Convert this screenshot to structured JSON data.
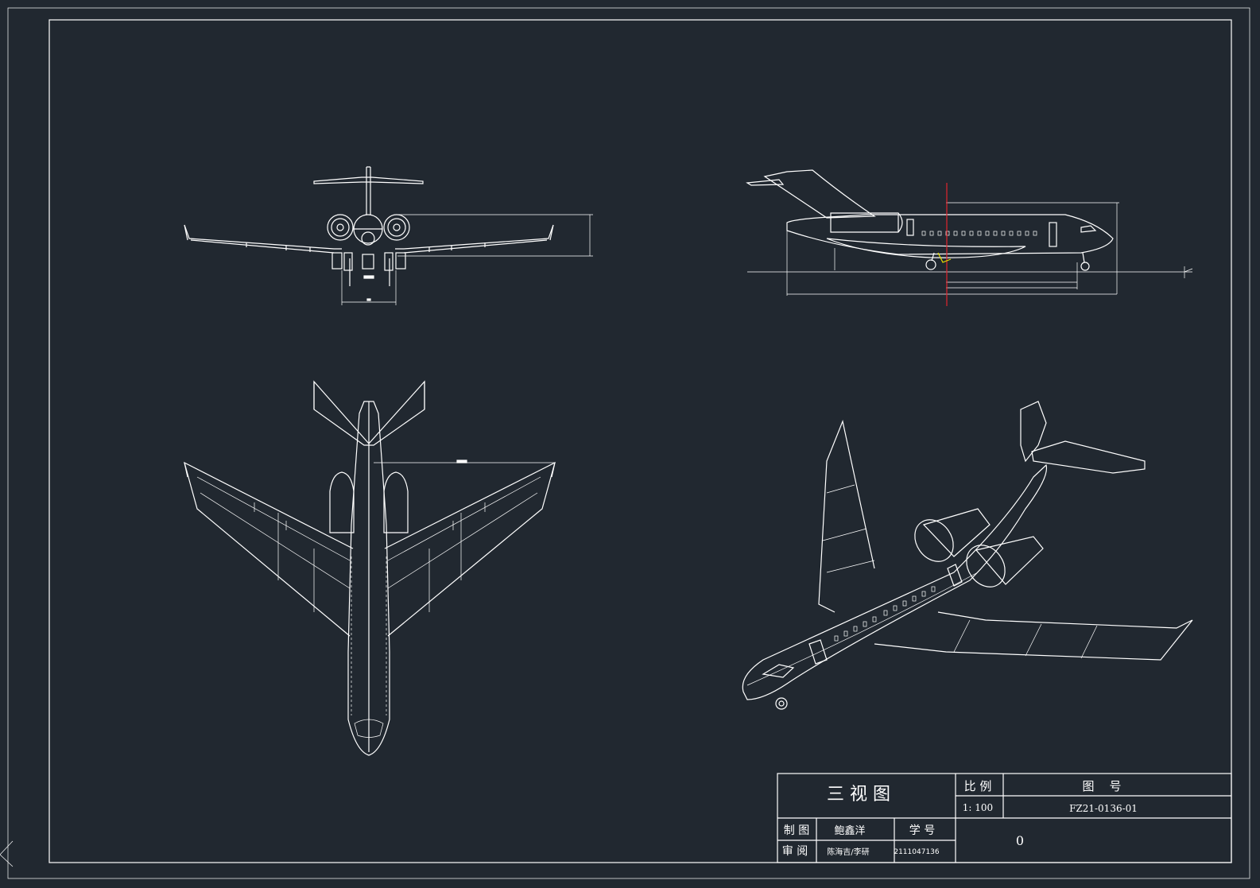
{
  "title_block": {
    "drawing_title": "三 视 图",
    "scale_label": "比 例",
    "scale_value": "1: 100",
    "drawing_no_label": "图    号",
    "drawing_no": "FZ21-0136-01",
    "drawn_by_label": "制 图",
    "drawn_by": "鲍鑫洋",
    "student_id_label": "学 号",
    "student_id": "2111047136",
    "reviewed_by_label": "审 阅",
    "reviewed_by": "陈海吉/李研",
    "sheet_value": "0"
  },
  "colors": {
    "background": "#212830",
    "lines": "#ffffff",
    "centerline": "#e0242c",
    "highlight": "#e8e000"
  }
}
